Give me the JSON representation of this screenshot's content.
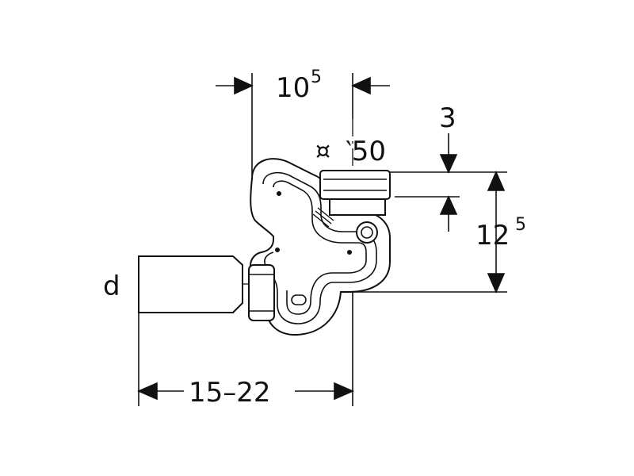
{
  "diagram": {
    "labels": {
      "top_width": {
        "main": "10",
        "sup": "5"
      },
      "top_gap": "3",
      "height": {
        "main": "12",
        "sup": "5"
      },
      "pipe_diameter": "d",
      "bottom_width": "15–22",
      "outlet_symbol": "¤",
      "outlet_size": "‵50"
    }
  }
}
